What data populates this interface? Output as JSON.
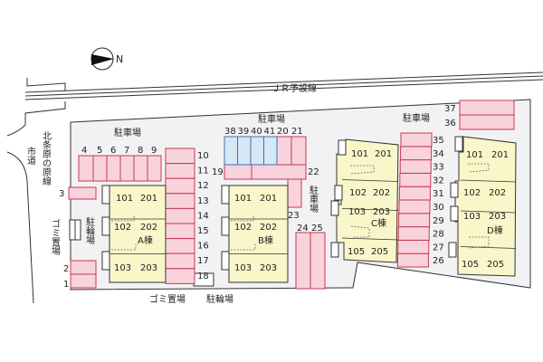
{
  "north_label": "N",
  "rail_label": "ＪＲ予設線",
  "roads": {
    "city_road": "市道",
    "route": "北条原の原線"
  },
  "parking_labels": {
    "west": "駐車場",
    "center": "駐車場",
    "east": "駐車場",
    "middle_vertical": "駐車場"
  },
  "facilities": {
    "trash_west": "ゴミ置場",
    "bike_west": "駐輪場",
    "trash_south": "ゴミ置場",
    "bike_south": "駐輪場"
  },
  "buildings": [
    {
      "name": "A棟",
      "units": [
        "101",
        "201",
        "102",
        "202",
        "103",
        "203"
      ]
    },
    {
      "name": "B棟",
      "units": [
        "101",
        "201",
        "102",
        "202",
        "103",
        "203"
      ]
    },
    {
      "name": "C棟",
      "units": [
        "101",
        "201",
        "102",
        "202",
        "103",
        "203",
        "105",
        "205"
      ]
    },
    {
      "name": "D棟",
      "units": [
        "101",
        "201",
        "102",
        "202",
        "103",
        "203",
        "105",
        "205"
      ]
    }
  ],
  "parking_spaces": [
    "1",
    "2",
    "3",
    "4",
    "5",
    "6",
    "7",
    "8",
    "9",
    "10",
    "11",
    "12",
    "13",
    "14",
    "15",
    "16",
    "17",
    "18",
    "19",
    "20",
    "21",
    "22",
    "23",
    "24",
    "25",
    "26",
    "27",
    "28",
    "29",
    "30",
    "31",
    "32",
    "33",
    "34",
    "35",
    "36",
    "37",
    "38",
    "39",
    "40",
    "41"
  ],
  "colors": {
    "spot": "#f9d3dc",
    "spot_reserved": "#d6e8f6",
    "building": "#f9f6c9",
    "site": "#f2f2f4"
  }
}
